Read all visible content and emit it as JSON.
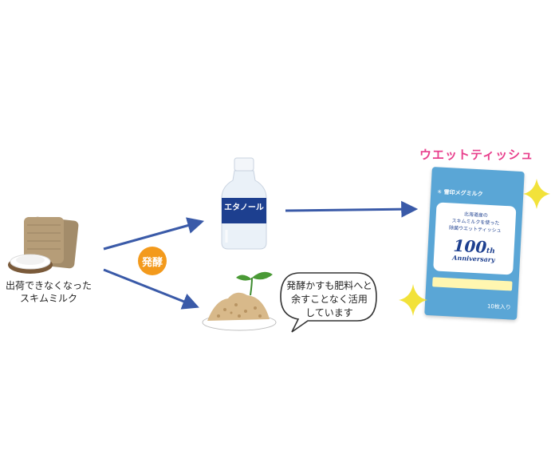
{
  "input": {
    "label_line1": "出荷できなくなった",
    "label_line2": "スキムミルク"
  },
  "process": {
    "badge_label": "発酵"
  },
  "ethanol": {
    "bottle_label": "エタノール"
  },
  "residue": {
    "bubble_line1": "発酵かすも肥料へと",
    "bubble_line2": "余すことなく活用",
    "bubble_line3": "しています"
  },
  "product": {
    "title": "ウエットティッシュ",
    "brand": "雪印メグミルク",
    "pkg_line1": "北海道産の",
    "pkg_line2": "スキムミルクを使った",
    "pkg_line3": "除菌ウエットティッシュ",
    "anniv_number": "100",
    "anniv_suffix": "th",
    "anniv_word": "Anniversary",
    "count": "10枚入り"
  },
  "colors": {
    "arrow": "#3a5aa8",
    "pink": "#e83e8c",
    "orange": "#f39a1c",
    "bottle_blue": "#1d3f8f",
    "package_blue": "#5aa6d6"
  }
}
